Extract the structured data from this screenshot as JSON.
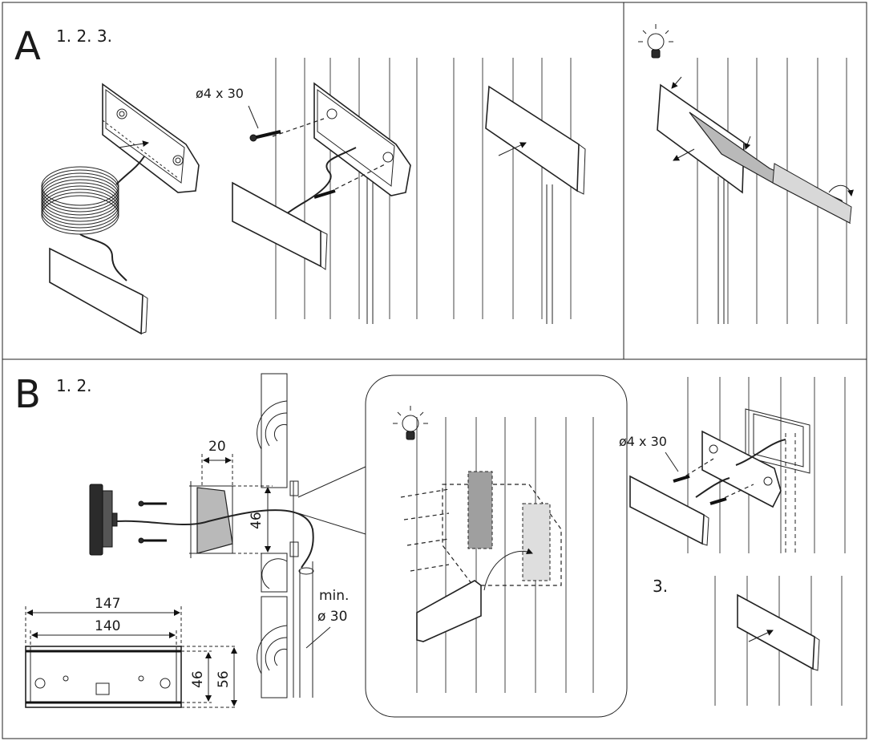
{
  "section_a": {
    "letter": "A",
    "steps": "1. 2. 3.",
    "screw_label": "ø4 x 30",
    "tip_icon": "lightbulb-icon"
  },
  "section_b": {
    "letter": "B",
    "steps": "1. 2.",
    "depth_dim": "20",
    "height_dim": "46",
    "outer_width_dim": "147",
    "inner_width_dim": "140",
    "front_height_inner": "46",
    "front_height_outer": "56",
    "hole_label_1": "min.",
    "hole_label_2": "ø 30",
    "screw_label": "ø4 x 30",
    "step3": "3.",
    "tip_icon": "lightbulb-icon"
  },
  "colors": {
    "line": "#222222",
    "gray_fill": "#b9b9b9",
    "dark_fill": "#2b2b2b"
  }
}
